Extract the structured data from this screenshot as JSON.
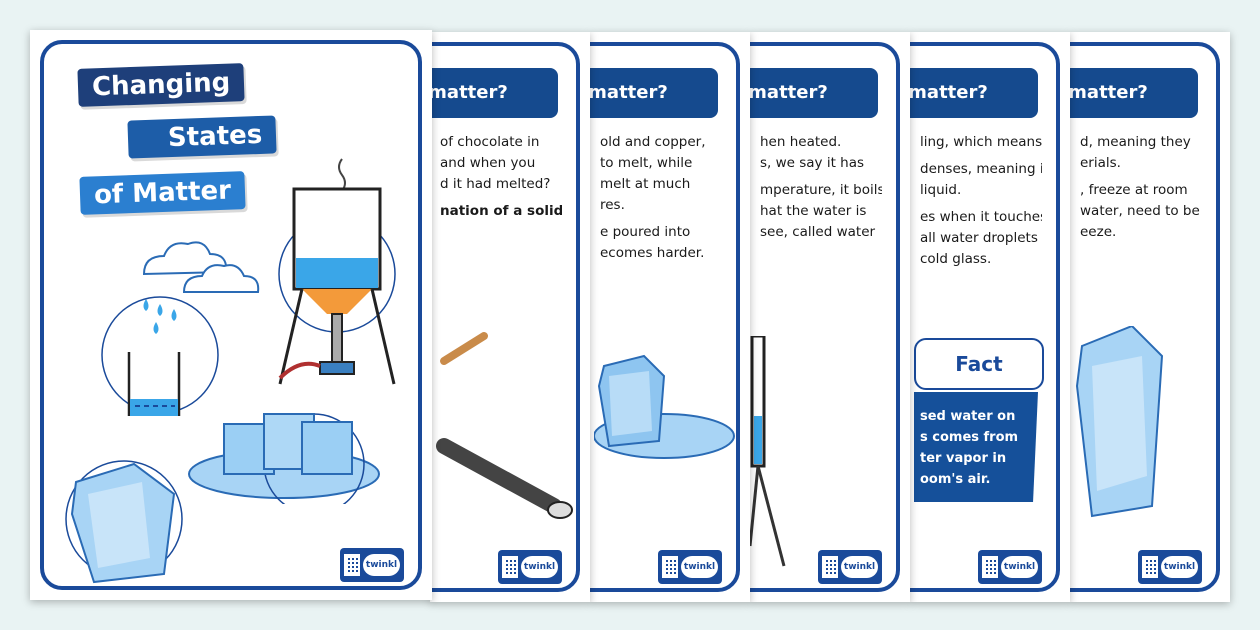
{
  "cover": {
    "title_line1": "Changing",
    "title_line2": "States",
    "title_line3": "of Matter"
  },
  "posters": [
    {
      "title": "nge matter?",
      "lines": [
        "of chocolate in",
        "and when you",
        "d it had melted?",
        "nation of a solid"
      ]
    },
    {
      "title": "nge matter?",
      "lines": [
        "old and copper,",
        "to melt, while",
        "melt at much",
        "res.",
        "e poured into",
        "ecomes harder."
      ]
    },
    {
      "title": "nge matter?",
      "lines": [
        "hen heated.",
        "s, we say it has",
        "mperature, it boils.",
        "hat the water is",
        "see, called water"
      ]
    },
    {
      "title": "nge matter?",
      "lines": [
        "ling, which means",
        "denses, meaning it",
        "liquid.",
        "es when it touches",
        "all water droplets",
        "cold glass."
      ],
      "fact_label": "Fact",
      "fact_lines": [
        "sed water on",
        "s comes from",
        "ter vapor in",
        "oom's air."
      ]
    },
    {
      "title": "nge matter?",
      "lines": [
        "d, meaning they",
        "erials.",
        ", freeze at room",
        "water, need to be",
        "eeze."
      ]
    }
  ],
  "logo_text": "twinkl",
  "colors": {
    "brand_blue": "#1a4a9a",
    "accent_blue": "#2b7fd0",
    "water_blue": "#3aa6e8",
    "ice_blue": "#a8d4f5",
    "background": "#e9f3f3"
  },
  "icons": [
    "cloud-icon",
    "rain-drops-icon",
    "beaker-icon",
    "ice-cube-icon",
    "bunsen-burner-icon",
    "steam-icon",
    "melting-ice-icon",
    "spoon-icon",
    "thermometer-stand-icon"
  ]
}
